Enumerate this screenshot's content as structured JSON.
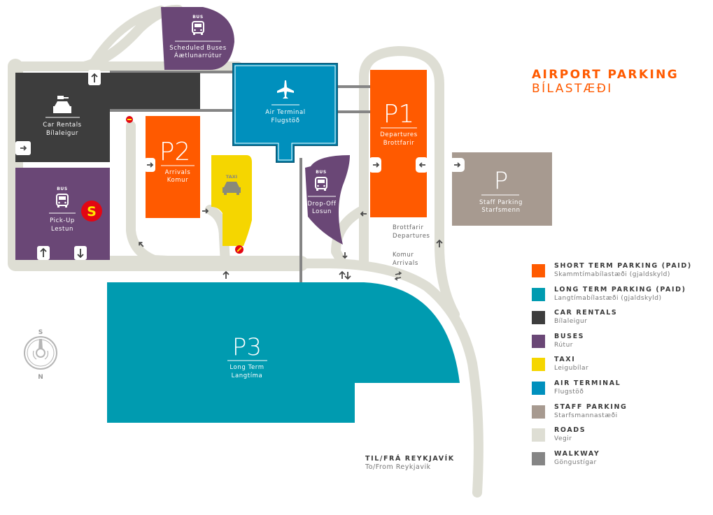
{
  "title": {
    "en": "AIRPORT PARKING",
    "is": "BÍLASTÆÐI"
  },
  "colors": {
    "short_term": "#ff5a00",
    "long_term": "#009bb0",
    "car_rentals": "#3d3d3d",
    "buses": "#6a4776",
    "taxi": "#f5d600",
    "air_terminal": "#0090bd",
    "staff_parking": "#a79a90",
    "roads": "#deded4",
    "walkway": "#858585"
  },
  "zones": {
    "scheduled_buses": {
      "badge": "BUS",
      "en": "Scheduled Buses",
      "is": "Áætlunarrútur"
    },
    "car_rentals": {
      "en": "Car Rentals",
      "is": "Bílaleigur"
    },
    "pickup": {
      "badge": "BUS",
      "en": "Pick-Up",
      "is": "Lestun",
      "stop_sign": "S"
    },
    "terminal": {
      "en": "Air Terminal",
      "is": "Flugstöð"
    },
    "p1": {
      "code": "P1",
      "en": "Departures",
      "is": "Brottfarir"
    },
    "p2": {
      "code": "P2",
      "en": "Arrivals",
      "is": "Komur"
    },
    "taxi": {
      "badge": "TAXI"
    },
    "dropoff": {
      "badge": "BUS",
      "en": "Drop-Off",
      "is": "Losun"
    },
    "staff": {
      "code": "P",
      "en": "Staff Parking",
      "is": "Starfsmenn"
    },
    "p3": {
      "code": "P3",
      "en": "Long Term",
      "is": "Langtíma"
    }
  },
  "road_labels": {
    "departures": {
      "is": "Brottfarir",
      "en": "Departures"
    },
    "arrivals": {
      "is": "Komur",
      "en": "Arrivals"
    }
  },
  "compass": {
    "top": "S",
    "bottom": "N"
  },
  "destination": {
    "is": "TIL/FRÁ REYKJAVÍK",
    "en": "To/From Reykjavik"
  },
  "legend": [
    {
      "en": "SHORT TERM PARKING (PAID)",
      "is": "Skammtímabílastæði (gjaldskyld)",
      "color": "#ff5a00"
    },
    {
      "en": "LONG TERM PARKING (PAID)",
      "is": "Langtímabílastæði (gjaldskyld)",
      "color": "#009bb0"
    },
    {
      "en": "CAR RENTALS",
      "is": "Bílaleigur",
      "color": "#3d3d3d"
    },
    {
      "en": "BUSES",
      "is": "Rútur",
      "color": "#6a4776"
    },
    {
      "en": "TAXI",
      "is": "Leigubílar",
      "color": "#f5d600"
    },
    {
      "en": "AIR TERMINAL",
      "is": "Flugstöð",
      "color": "#0090bd"
    },
    {
      "en": "STAFF PARKING",
      "is": "Starfsmannastæði",
      "color": "#a79a90"
    },
    {
      "en": "ROADS",
      "is": "Vegir",
      "color": "#deded4"
    },
    {
      "en": "WALKWAY",
      "is": "Göngustígar",
      "color": "#858585"
    }
  ]
}
